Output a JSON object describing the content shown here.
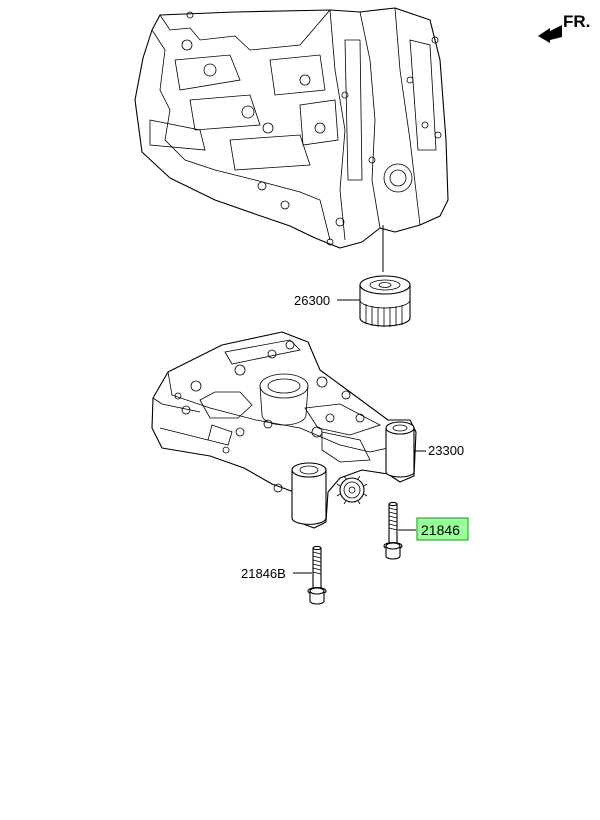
{
  "direction_label": "FR.",
  "parts": [
    {
      "label": "26300"
    },
    {
      "label": "23300"
    },
    {
      "label": "21846",
      "highlighted": true
    },
    {
      "label": "21846B"
    }
  ],
  "colors": {
    "line": "#000000",
    "highlight_fill": "#99ff99",
    "highlight_border": "#33aa33",
    "background": "#ffffff"
  },
  "icons": [
    "front-direction-arrow-icon"
  ]
}
